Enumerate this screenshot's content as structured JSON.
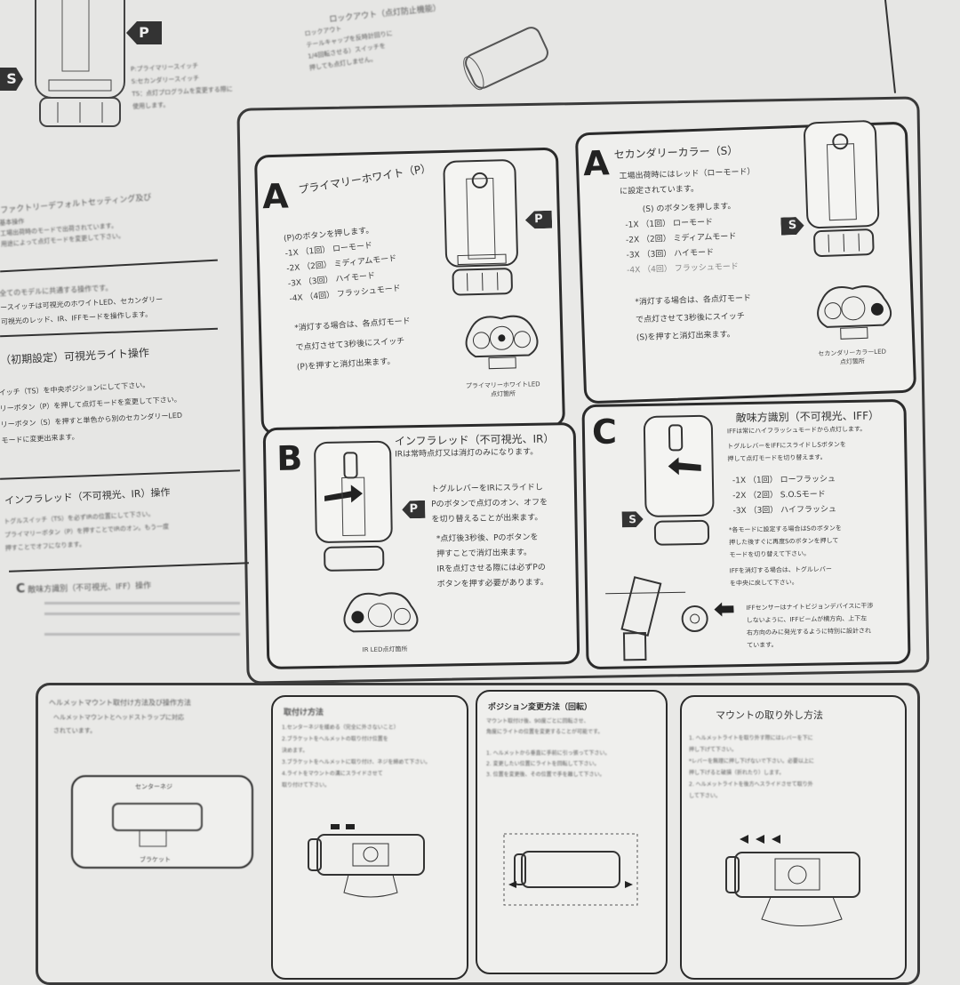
{
  "top": {
    "switch_notes": [
      "P:プライマリースイッチ",
      "S:セカンダリースイッチ",
      "TS：点灯プログラムを変更する際に",
      "使用します。"
    ],
    "lockout_title": "ロックアウト（点灯防止機能）",
    "lockout_lines": [
      "ロックアウト",
      "テールキャップを反時計回りに",
      "1/4回転させる）スイッチを",
      "押しても点灯しません。"
    ]
  },
  "left": {
    "factory_title": "ファクトリーデフォルトセッティング及び",
    "factory_sub": "基本操作",
    "factory_lines": [
      "工場出荷時のモードで出荷されています。",
      "用途によって点灯モードを変更して下さい。"
    ],
    "common_lines": [
      "全てのモデルに共通する操作です。",
      "ースイッチは可視光のホワイトLED、セカンダリー",
      "可視光のレッド、IR、IFFモードを操作します。"
    ],
    "visible_title": "（初期設定）可視光ライト操作",
    "visible_lines": [
      "イッチ（TS）を中央ポジションにして下さい。",
      "リーボタン（P）を押して点灯モードを変更して下さい。",
      "リーボタン（S）を押すと単色から別のセカンダリーLED",
      "モードに変更出来ます。"
    ],
    "ir_title": "インフラレッド（不可視光、IR）操作",
    "ir_lines": [
      "トグルスイッチ（TS）を必ずIRの位置にして下さい。",
      "プライマリーボタン（P）を押すことでIRのオン。もう一度",
      "押すことでオフになります。"
    ],
    "iff_title": "敵味方識別（不可視光、IFF）操作",
    "iff_letter": "C"
  },
  "panel_a_primary": {
    "letter": "A",
    "title": "プライマリーホワイト（P）",
    "intro": "(P)のボタンを押します。",
    "modes": [
      "-1X （1回） ローモード",
      "-2X （2回） ミディアムモード",
      "-3X （3回） ハイモード",
      "-4X （4回） フラッシュモード"
    ],
    "note": [
      "*消灯する場合は、各点灯モード",
      "で点灯させて3秒後にスイッチ",
      "(P)を押すと消灯出来ます。"
    ],
    "caption": [
      "プライマリーホワイトLED",
      "点灯箇所"
    ],
    "button_label": "P"
  },
  "panel_a_secondary": {
    "letter": "A",
    "title": "セカンダリーカラー（S）",
    "intro": [
      "工場出荷時にはレッド（ローモード）",
      "に設定されています。"
    ],
    "press": "(S) のボタンを押します。",
    "modes": [
      "-1X （1回） ローモード",
      "-2X （2回） ミディアムモード",
      "-3X （3回） ハイモード",
      "-4X （4回） フラッシュモード"
    ],
    "note": [
      "*消灯する場合は、各点灯モード",
      "で点灯させて3秒後にスイッチ",
      "(S)を押すと消灯出来ます。"
    ],
    "caption": [
      "セカンダリーカラーLED",
      "点灯箇所"
    ],
    "button_label": "S"
  },
  "panel_b": {
    "letter": "B",
    "title": "インフラレッド（不可視光、IR）",
    "sub": "IRは常時点灯又は消灯のみになります。",
    "body": [
      "トグルレバーをIRにスライドし",
      "Pのボタンで点灯のオン、オフを",
      "を切り替えることが出来ます。"
    ],
    "note": [
      "*点灯後3秒後、Pのボタンを",
      "押すことで消灯出来ます。",
      "IRを点灯させる際には必ずPの",
      "ボタンを押す必要があります。"
    ],
    "caption": "IR LED点灯箇所",
    "button_label": "P"
  },
  "panel_c": {
    "letter": "C",
    "title": "敵味方識別（不可視光、IFF）",
    "sub": "IFFは常にハイフラッシュモードから点灯します。",
    "body": [
      "トグルレバーをIFFにスライドしSボタンを",
      "押して点灯モードを切り替えます。"
    ],
    "modes": [
      "-1X （1回） ローフラッシュ",
      "-2X （2回） S.O.Sモード",
      "-3X （3回） ハイフラッシュ"
    ],
    "note": [
      "*各モードに設定する場合はSのボタンを",
      "押した後すぐに再度Sのボタンを押して",
      "モードを切り替えて下さい。"
    ],
    "off": [
      "IFFを消灯する場合は、トグルレバー",
      "を中央に戻して下さい。"
    ],
    "sensor": [
      "IFFセンサーはナイトビジョンデバイスに干渉",
      "しないように、IFFビームが横方向、上下左",
      "右方向のみに発光するように特別に設計され",
      "ています。"
    ],
    "button_label": "S"
  },
  "bottom": {
    "helmet_title": "ヘルメットマウント取付け方法及び操作方法",
    "helmet_lines": [
      "ヘルメットマウントとヘッドストラップに対応",
      "されています。"
    ],
    "diagram_labels": [
      "センターネジ",
      "ブラケット"
    ],
    "attach_title": "取付け方法",
    "attach_lines": [
      "1.センターネジを緩める（完全に外さないこと）",
      "2.ブラケットをヘルメットの取り付け位置を",
      "  決めます。",
      "3.ブラケットをヘルメットに取り付け、ネジを締めて下さい。",
      "4.ライトをマウントの溝にスライドさせて",
      "  取り付けて下さい。"
    ],
    "position_title": "ポジション変更方法（回転）",
    "position_lines": [
      "マウント取付け後、90度ごとに回転させ、",
      "角度にライトの位置を変更することが可能です。",
      "",
      "1. ヘルメットから垂直に手前に引っ張って下さい。",
      "2. 変更したい位置にライトを回転して下さい。",
      "3. 位置を変更後、その位置で手を離して下さい。"
    ],
    "removal_title": "マウントの取り外し方法",
    "removal_lines": [
      "1. ヘルメットライトを取り外す際にはレバーを下に",
      "   押し下げて下さい。",
      "*レバーを無理に押し下げないで下さい。必要以上に",
      "  押し下げると破損（折れたり）します。",
      "2. ヘルメットライトを後方へスライドさせて取り外",
      "   して下さい。"
    ]
  }
}
